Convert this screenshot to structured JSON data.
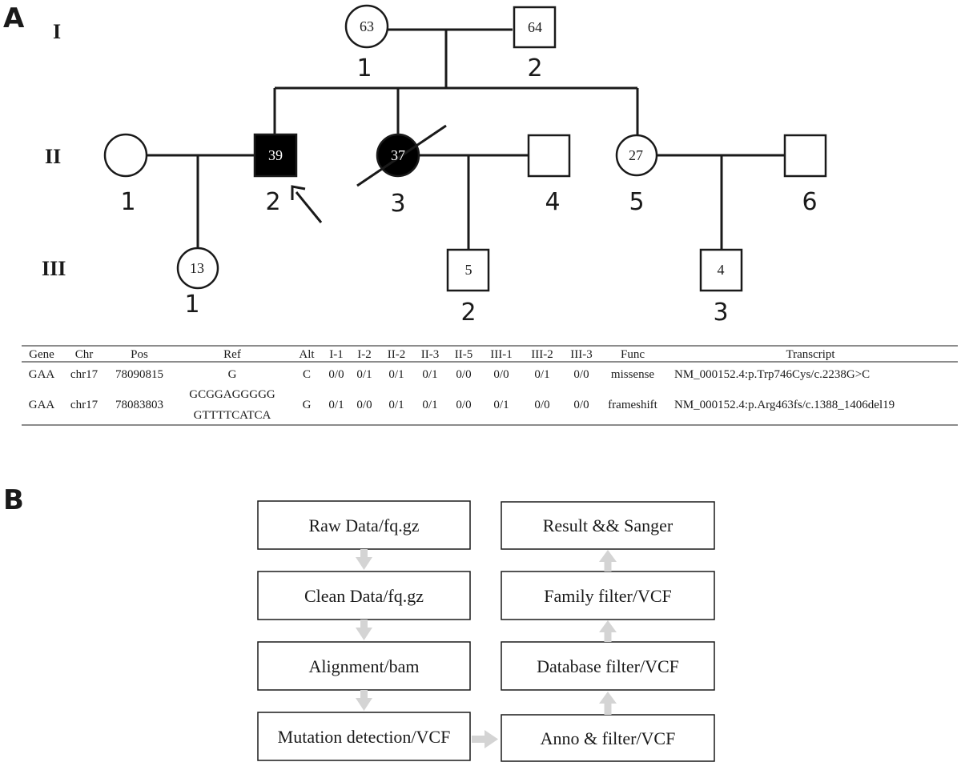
{
  "panel_a": {
    "letter": "A",
    "generations": [
      "I",
      "II",
      "III"
    ],
    "members": {
      "I1": {
        "number": "1",
        "age": "63",
        "sex": "female",
        "affected": false
      },
      "I2": {
        "number": "2",
        "age": "64",
        "sex": "male",
        "affected": false
      },
      "II1": {
        "number": "1",
        "age": "",
        "sex": "female",
        "affected": false
      },
      "II2": {
        "number": "2",
        "age": "39",
        "sex": "male",
        "affected": true,
        "proband": true
      },
      "II3": {
        "number": "3",
        "age": "37",
        "sex": "female",
        "affected": true,
        "deceased": true
      },
      "II4": {
        "number": "4",
        "age": "",
        "sex": "male",
        "affected": false
      },
      "II5": {
        "number": "5",
        "age": "27",
        "sex": "female",
        "affected": false
      },
      "II6": {
        "number": "6",
        "age": "",
        "sex": "male",
        "affected": false
      },
      "III1": {
        "number": "1",
        "age": "13",
        "sex": "female",
        "affected": false
      },
      "III2": {
        "number": "2",
        "age": "5",
        "sex": "male",
        "affected": false
      },
      "III3": {
        "number": "3",
        "age": "4",
        "sex": "male",
        "affected": false
      }
    },
    "table": {
      "headers": [
        "Gene",
        "Chr",
        "Pos",
        "Ref",
        "Alt",
        "I-1",
        "I-2",
        "II-2",
        "II-3",
        "II-5",
        "III-1",
        "III-2",
        "III-3",
        "Func",
        "Transcript"
      ],
      "rows": [
        {
          "gene": "GAA",
          "chr": "chr17",
          "pos": "78090815",
          "ref_line1": "G",
          "ref_line2": "",
          "alt": "C",
          "genotypes": [
            "0/0",
            "0/1",
            "0/1",
            "0/1",
            "0/0",
            "0/0",
            "0/1",
            "0/0"
          ],
          "func": "missense",
          "transcript": "NM_000152.4:p.Trp746Cys/c.2238G>C"
        },
        {
          "gene": "GAA",
          "chr": "chr17",
          "pos": "78083803",
          "ref_line1": "GCGGAGGGGG",
          "ref_line2": "GTTTTCATCA",
          "alt": "G",
          "genotypes": [
            "0/1",
            "0/0",
            "0/1",
            "0/1",
            "0/0",
            "0/1",
            "0/0",
            "0/0"
          ],
          "func": "frameshift",
          "transcript": "NM_000152.4:p.Arg463fs/c.1388_1406del19"
        }
      ]
    }
  },
  "panel_b": {
    "letter": "B",
    "left_steps": [
      "Raw Data/fq.gz",
      "Clean Data/fq.gz",
      "Alignment/bam",
      "Mutation detection/VCF"
    ],
    "right_steps": [
      "Result && Sanger",
      "Family filter/VCF",
      "Database filter/VCF",
      "Anno & filter/VCF"
    ],
    "arrow_color": "#d4d4d4"
  }
}
